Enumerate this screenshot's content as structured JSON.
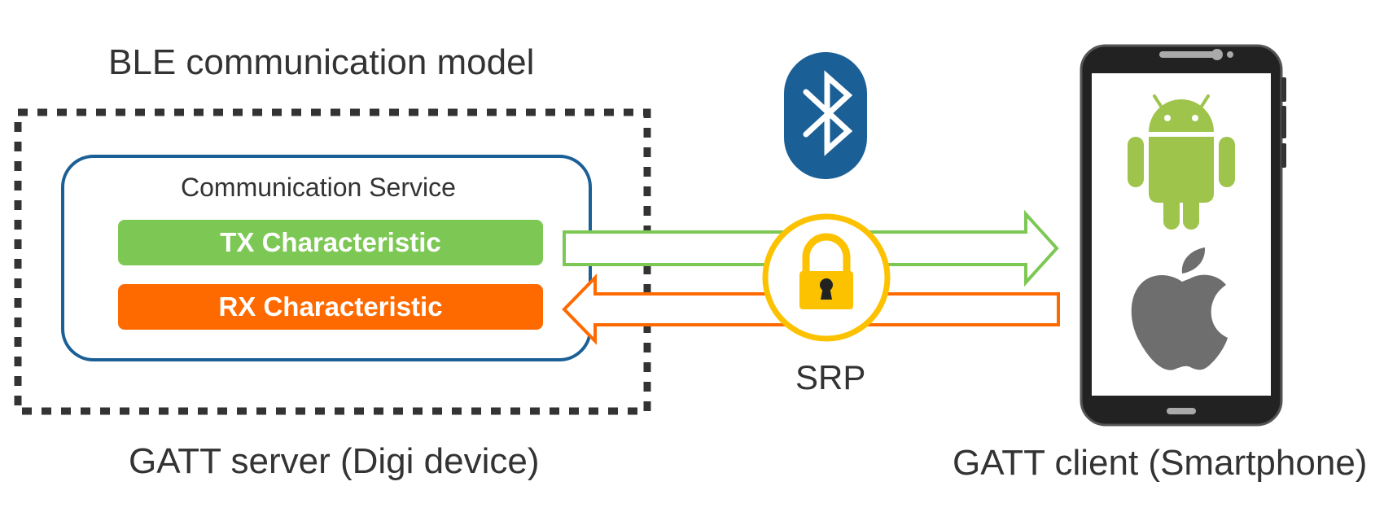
{
  "title": "BLE communication model",
  "service": {
    "title": "Communication Service",
    "tx_label": "TX Characteristic",
    "rx_label": "RX Characteristic"
  },
  "security_label": "SRP",
  "server_label": "GATT server (Digi device)",
  "client_label": "GATT client (Smartphone)",
  "icons": [
    "bluetooth-icon",
    "padlock-icon",
    "android-icon",
    "apple-icon",
    "smartphone-icon"
  ],
  "colors": {
    "tx": "#7dc855",
    "rx": "#ff6a00",
    "service_border": "#1a5f96",
    "bluetooth": "#1a5f96",
    "lock": "#fcc200",
    "android": "#9ec44c",
    "apple": "#6e6e6e",
    "text": "#333333"
  }
}
